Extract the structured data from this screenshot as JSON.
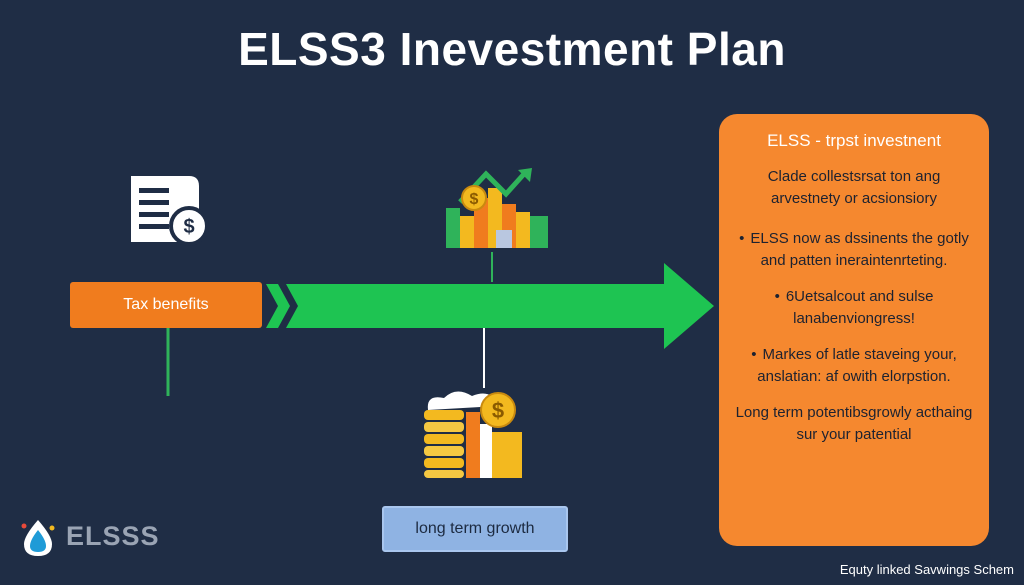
{
  "title": "ELSS3 Inevestment Plan",
  "tax_box": {
    "label": "Tax benefits"
  },
  "growth_box": {
    "label": "long term growth"
  },
  "panel": {
    "title": "ELSS - trpst investnent",
    "intro": "Clade collestsrsat ton ang arvestnety or acsionsiory",
    "bullets": [
      "ELSS now as dssinents the gotly and patten ineraintenrteting.",
      "6Uetsalcout and sulse lanabenviongress!",
      "Markes of latle staveing your, anslatian: af owith elorpstion."
    ],
    "bullet_symbol": "•",
    "footer": "Long term potentibsgrowly acthaing sur your patential"
  },
  "brand": {
    "name": "ELSSS"
  },
  "subtitle": "Equty linked Savwings Schem",
  "colors": {
    "background": "#1f2d45",
    "orange": "#f07c1e",
    "green_arrow": "#1ec452",
    "blue_box": "#8fb3e3",
    "line_green": "#2fb35a"
  },
  "icons": {
    "tax": "document-with-dollar-coin-icon",
    "growth_chart": "rising-bar-chart-with-arrow-icon",
    "savings": "coin-stack-with-dollar-icon",
    "brand": "flame-drop-logo-icon"
  }
}
